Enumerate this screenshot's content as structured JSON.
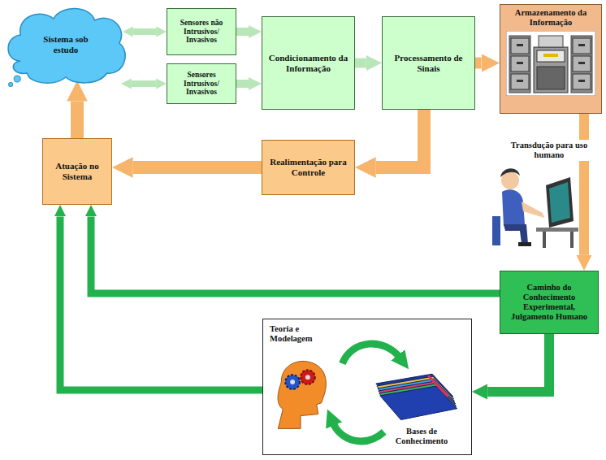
{
  "diagram": {
    "nodes": [
      {
        "text": [
          "Sistema sob estudo"
        ]
      },
      {
        "text": [
          "Sensores não Intrusivos/ Invasivos"
        ]
      },
      {
        "text": [
          "Sensores Intrusivos/ Invasivos"
        ]
      },
      {
        "text": [
          "Condicionamento da Informação"
        ]
      },
      {
        "text": [
          "Processamento de Sinais"
        ]
      },
      {
        "text": [
          "Armazenamento da Informação"
        ]
      },
      {
        "text": [
          "Atuação no Sistema"
        ]
      },
      {
        "text": [
          "Realimentação para Controle"
        ]
      },
      {
        "text": [
          "Caminho do Conhecimento Experimental, Julgamento Humano"
        ]
      },
      {
        "text": [
          "Teoria e Modelagem",
          "Bases de Conhecimento"
        ]
      }
    ],
    "edges": [
      {
        "from": 1,
        "to": 0,
        "arrow": "both"
      },
      {
        "from": 2,
        "to": 0,
        "arrow": "both"
      },
      {
        "from": 1,
        "to": 3,
        "arrow": "to"
      },
      {
        "from": 2,
        "to": 3,
        "arrow": "to"
      },
      {
        "from": 3,
        "to": 4,
        "arrow": "to"
      },
      {
        "from": 4,
        "to": 5,
        "arrow": "to"
      },
      {
        "from": 4,
        "to": 7,
        "arrow": "to"
      },
      {
        "from": 7,
        "to": 6,
        "arrow": "to"
      },
      {
        "from": 6,
        "to": 0,
        "arrow": "to"
      },
      {
        "from": 5,
        "to": 8,
        "label": "Transdução para uso humano",
        "arrow": "to"
      },
      {
        "from": 8,
        "to": 6,
        "arrow": "to"
      },
      {
        "from": 8,
        "to": 9,
        "arrow": "to"
      },
      {
        "from": 9,
        "to": 6,
        "arrow": "to"
      }
    ]
  }
}
